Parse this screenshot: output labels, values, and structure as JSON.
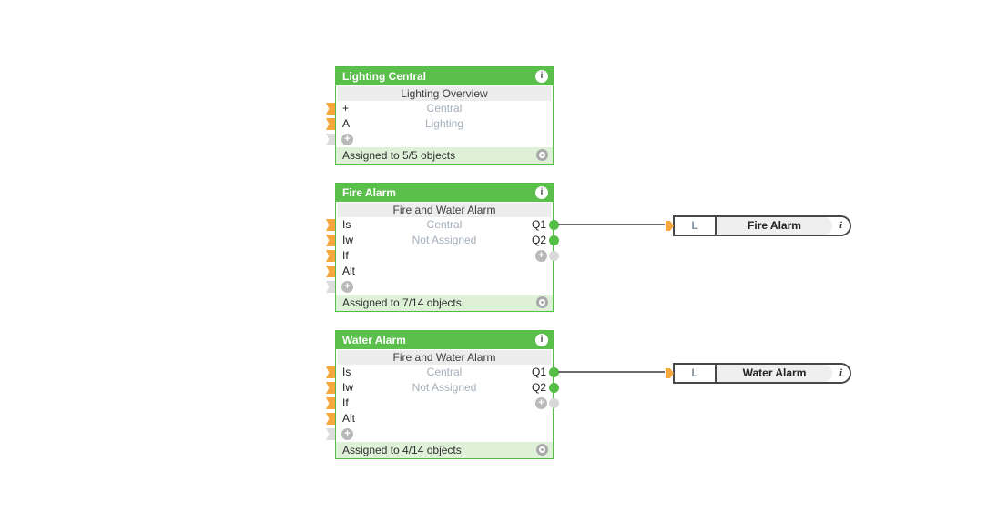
{
  "colors": {
    "block_green": "#5abf4b",
    "footer_green": "#def0d8",
    "subtitle_gray": "#ececec",
    "pin_orange": "#f6a83c",
    "pin_gray": "#dcdcdc",
    "wire_gray": "#6a6a6a",
    "value_text": "#a5afba"
  },
  "icons": {
    "info": "i",
    "add": "+"
  },
  "blocks": [
    {
      "title": "Lighting Central",
      "subtitle": "Lighting Overview",
      "footer": "Assigned to 5/5 objects",
      "rows": [
        {
          "left": "+",
          "center": "Central"
        },
        {
          "left": "A",
          "center": "Lighting"
        },
        {
          "add_input": true
        }
      ]
    },
    {
      "title": "Fire Alarm",
      "subtitle": "Fire and Water Alarm",
      "footer": "Assigned to 7/14 objects",
      "rows": [
        {
          "left": "Is",
          "center": "Central",
          "right": "Q1"
        },
        {
          "left": "Iw",
          "center": "Not Assigned",
          "right": "Q2"
        },
        {
          "left": "If",
          "add_output": true
        },
        {
          "left": "Alt"
        },
        {
          "add_input": true
        }
      ]
    },
    {
      "title": "Water Alarm",
      "subtitle": "Fire and Water Alarm",
      "footer": "Assigned to 4/14 objects",
      "rows": [
        {
          "left": "Is",
          "center": "Central",
          "right": "Q1"
        },
        {
          "left": "Iw",
          "center": "Not Assigned",
          "right": "Q2"
        },
        {
          "left": "If",
          "add_output": true
        },
        {
          "left": "Alt"
        },
        {
          "add_input": true
        }
      ]
    }
  ],
  "elements": [
    {
      "type": "L",
      "label": "Fire Alarm",
      "info": "i"
    },
    {
      "type": "L",
      "label": "Water Alarm",
      "info": "i"
    }
  ]
}
